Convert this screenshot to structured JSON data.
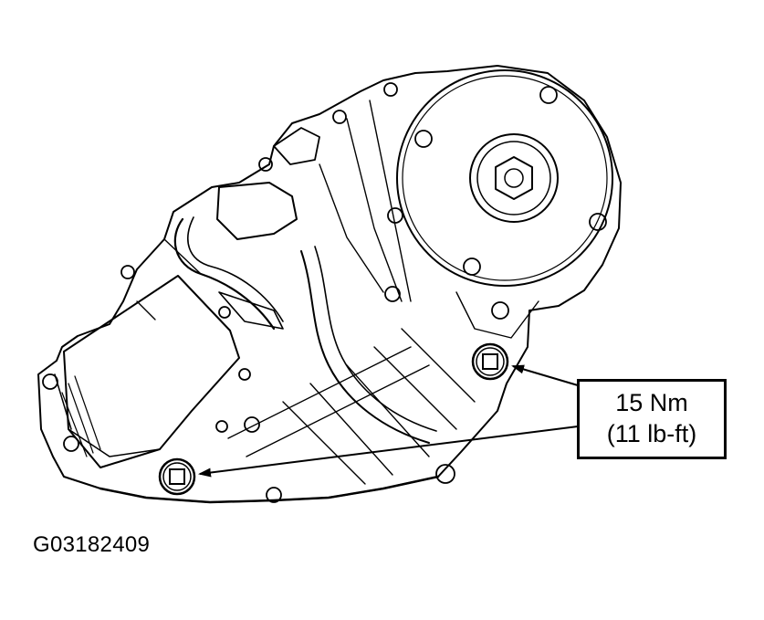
{
  "callout": {
    "torque_metric": "15 Nm",
    "torque_imperial": "(11 lb-ft)"
  },
  "figure_code": "G03182409",
  "icons": {
    "assembly": "transfer-case-assembly-illustration",
    "fasteners": "plug-bolt-icon",
    "pointers": "arrow-icon"
  },
  "colors": {
    "line": "#000000",
    "background": "#ffffff"
  }
}
